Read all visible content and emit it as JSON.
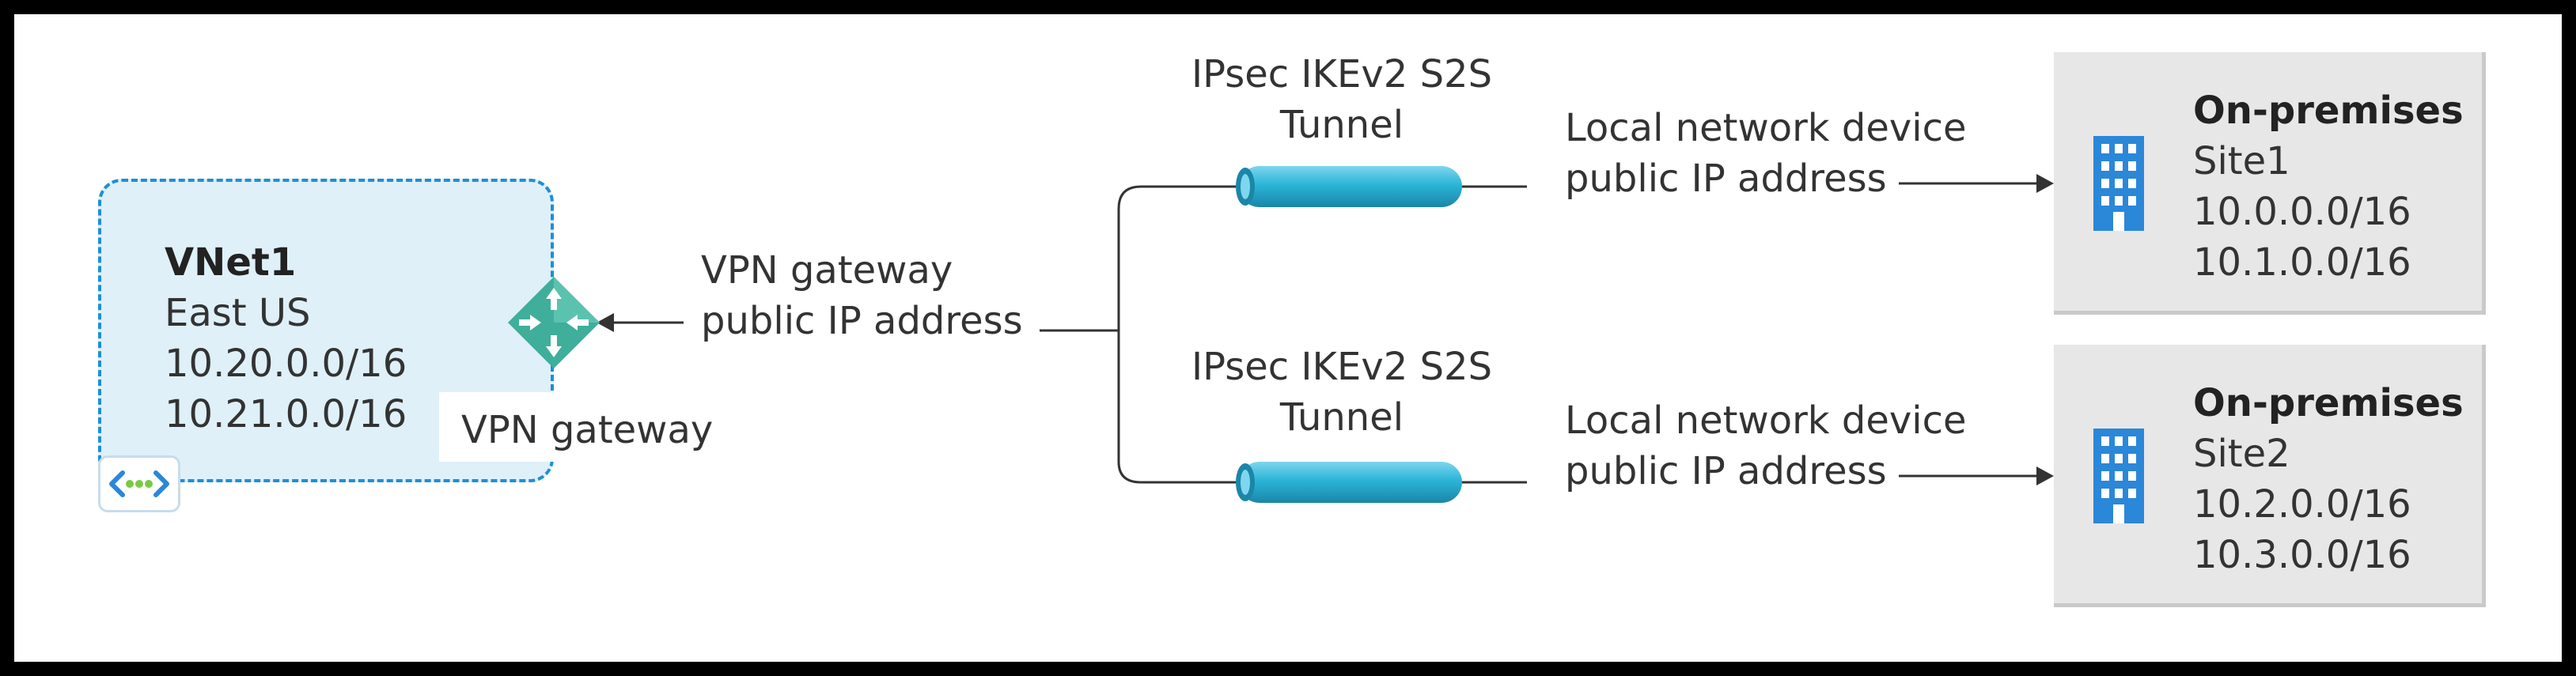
{
  "vnet": {
    "name": "VNet1",
    "region": "East US",
    "prefixes": [
      "10.20.0.0/16",
      "10.21.0.0/16"
    ]
  },
  "gateway": {
    "label": "VPN gateway",
    "ip_label_line1": "VPN gateway",
    "ip_label_line2": "public IP address"
  },
  "tunnels": [
    {
      "name_line1": "IPsec IKEv2 S2S",
      "name_line2": "Tunnel",
      "device_line1": "Local network device",
      "device_line2": "public IP address"
    },
    {
      "name_line1": "IPsec IKEv2 S2S",
      "name_line2": "Tunnel",
      "device_line1": "Local network device",
      "device_line2": "public IP address"
    }
  ],
  "sites": [
    {
      "title": "On-premises",
      "name": "Site1",
      "prefixes": [
        "10.0.0.0/16",
        "10.1.0.0/16"
      ]
    },
    {
      "title": "On-premises",
      "name": "Site2",
      "prefixes": [
        "10.2.0.0/16",
        "10.3.0.0/16"
      ]
    }
  ],
  "colors": {
    "vnet_fill": "#dff0f9",
    "vnet_border": "#1e8fd8",
    "gateway": "#3fae9b",
    "tunnel": "#2bb5d8",
    "building": "#2b87d8",
    "site_fill": "#e7e7e7"
  },
  "icons": {
    "vnet": "virtual-network-icon",
    "gateway": "vpn-gateway-icon",
    "building": "building-icon"
  }
}
